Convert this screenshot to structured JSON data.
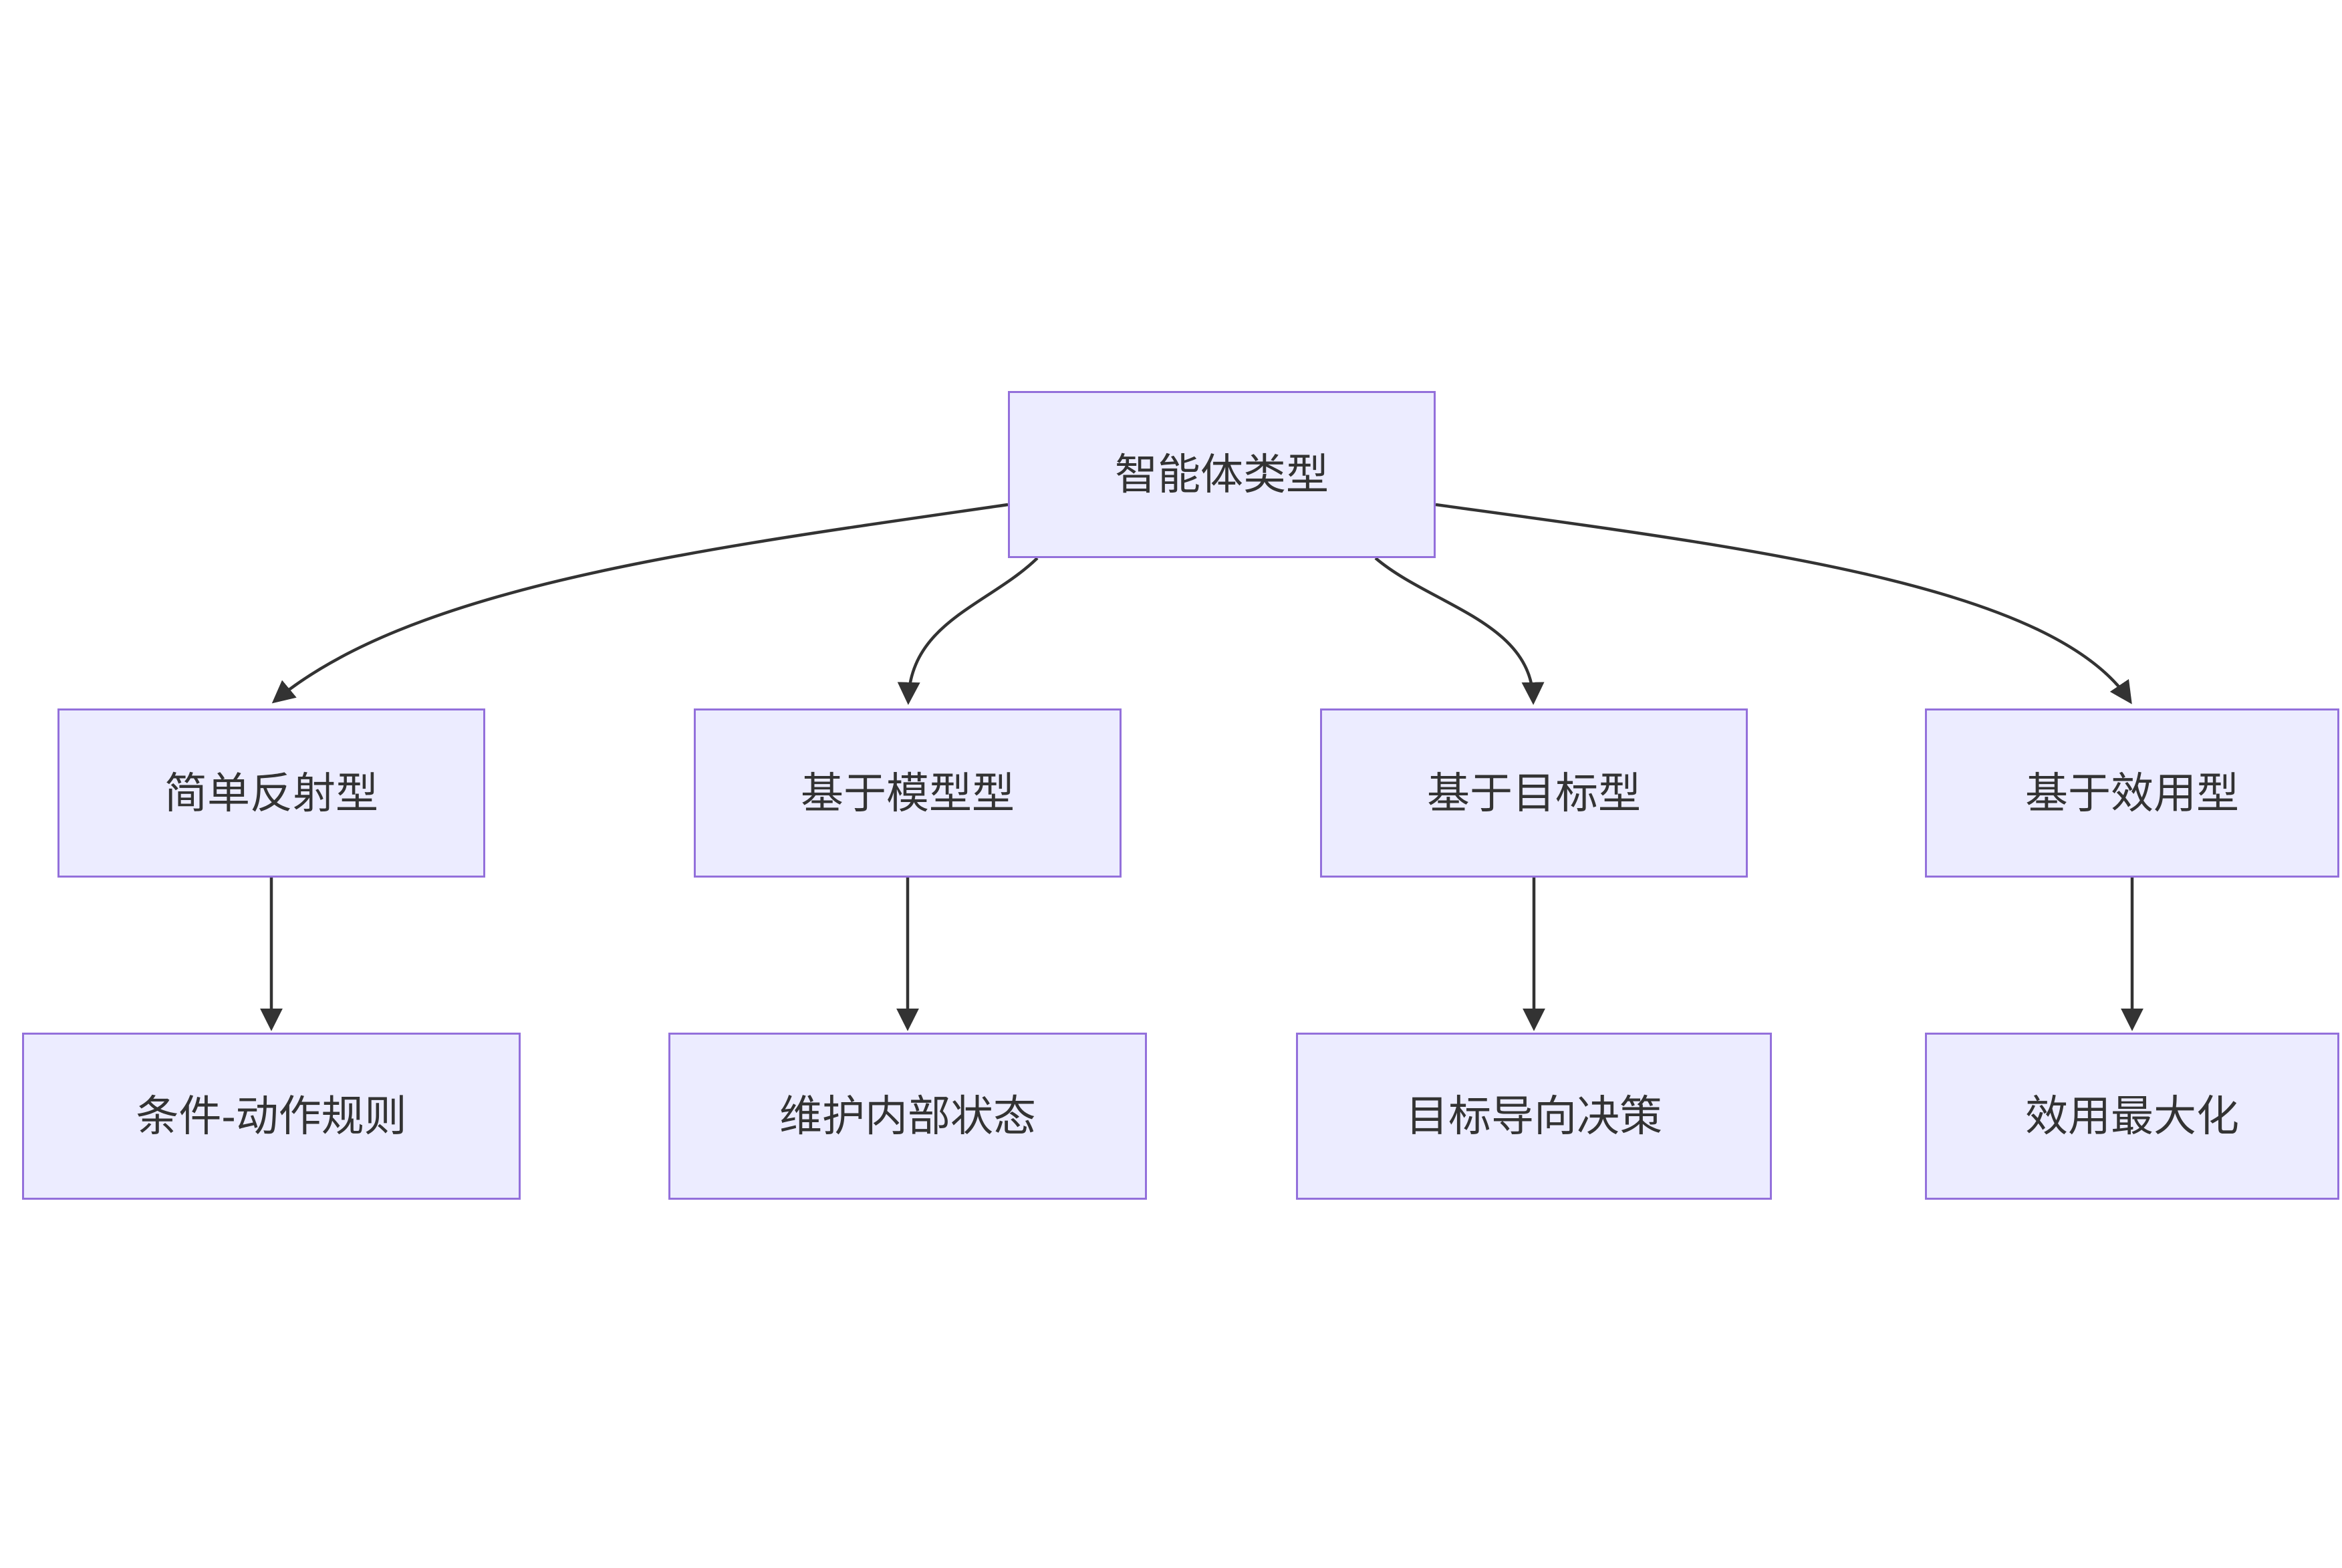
{
  "nodes": {
    "root": {
      "label": "智能体类型"
    },
    "level1": [
      {
        "label": "简单反射型"
      },
      {
        "label": "基于模型型"
      },
      {
        "label": "基于目标型"
      },
      {
        "label": "基于效用型"
      }
    ],
    "level2": [
      {
        "label": "条件-动作规则"
      },
      {
        "label": "维护内部状态"
      },
      {
        "label": "目标导向决策"
      },
      {
        "label": "效用最大化"
      }
    ]
  },
  "edges": [
    {
      "from": "智能体类型",
      "to": "简单反射型"
    },
    {
      "from": "智能体类型",
      "to": "基于模型型"
    },
    {
      "from": "智能体类型",
      "to": "基于目标型"
    },
    {
      "from": "智能体类型",
      "to": "基于效用型"
    },
    {
      "from": "简单反射型",
      "to": "条件-动作规则"
    },
    {
      "from": "基于模型型",
      "to": "维护内部状态"
    },
    {
      "from": "基于目标型",
      "to": "目标导向决策"
    },
    {
      "from": "基于效用型",
      "to": "效用最大化"
    }
  ],
  "colors": {
    "node_fill": "#ECECFF",
    "node_border": "#9370DB",
    "node_text": "#333333",
    "edge": "#333333",
    "background": "#FFFFFF"
  }
}
